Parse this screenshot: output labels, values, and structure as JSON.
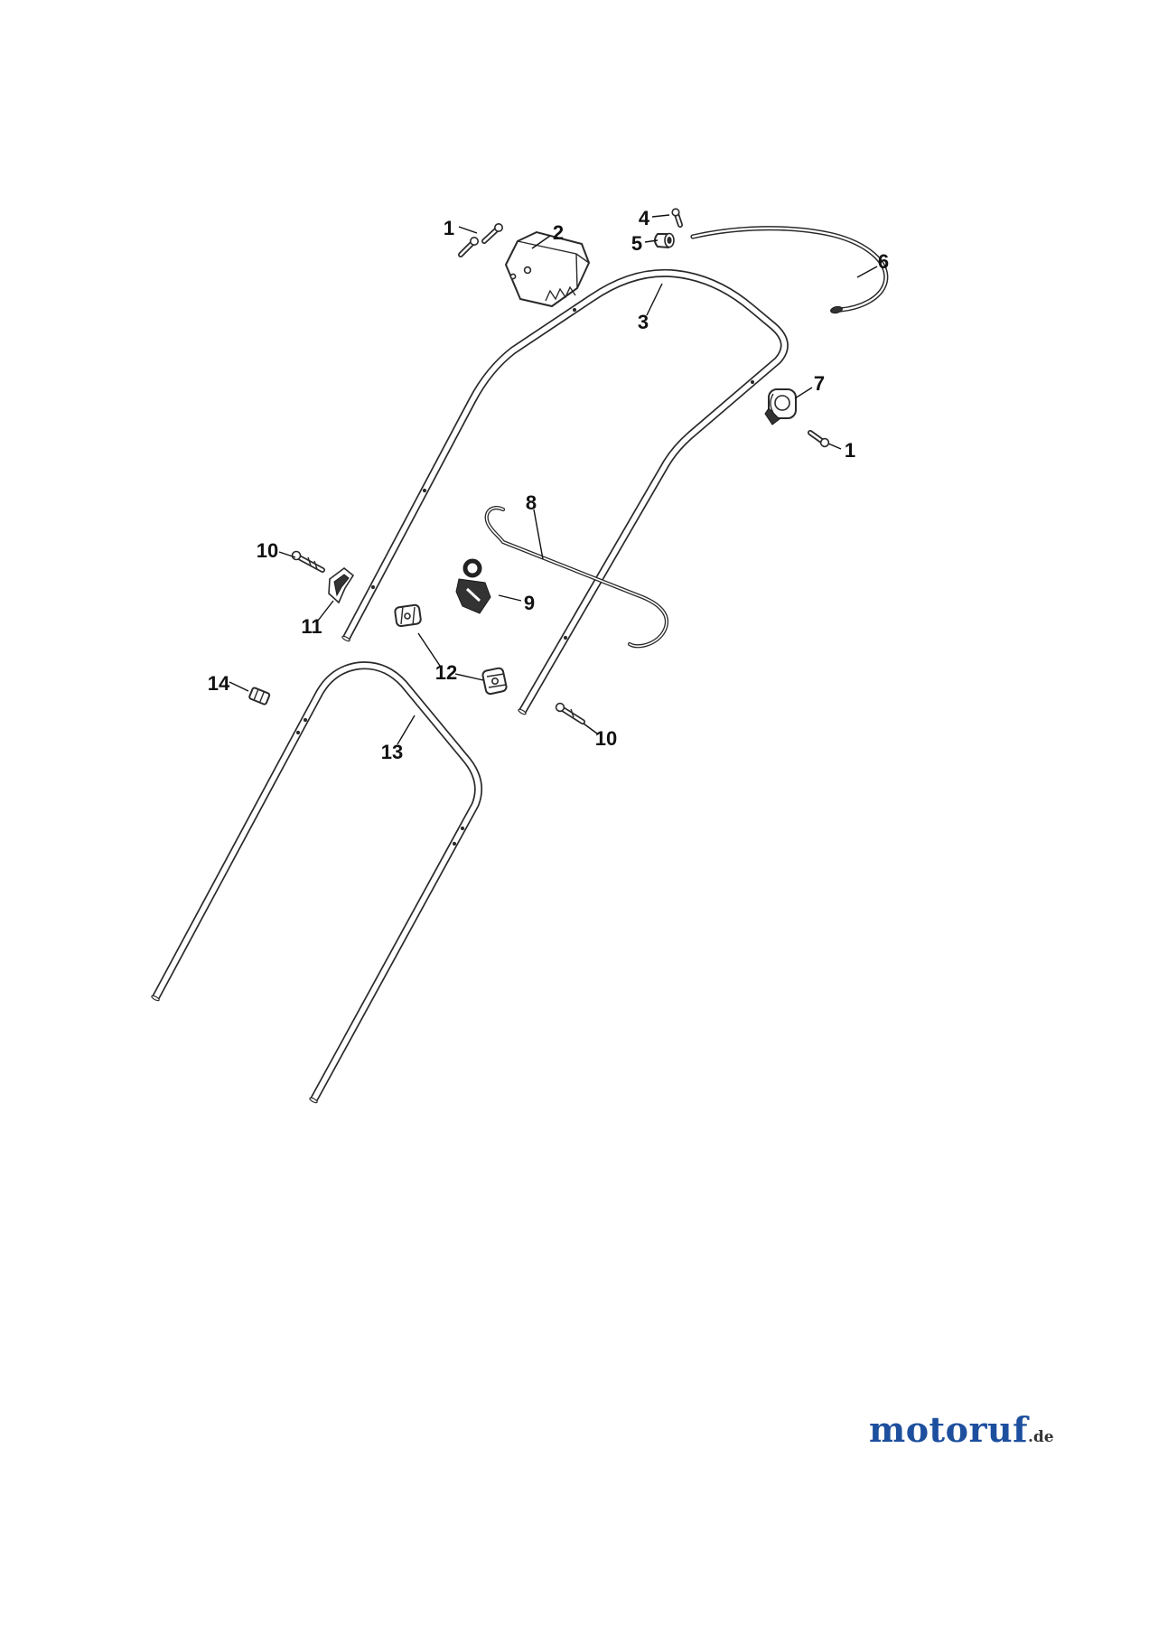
{
  "diagram": {
    "labels": [
      {
        "text": "1"
      },
      {
        "text": "2"
      },
      {
        "text": "3"
      },
      {
        "text": "4"
      },
      {
        "text": "5"
      },
      {
        "text": "6"
      },
      {
        "text": "7"
      },
      {
        "text": "1"
      },
      {
        "text": "8"
      },
      {
        "text": "9"
      },
      {
        "text": "10"
      },
      {
        "text": "11"
      },
      {
        "text": "12"
      },
      {
        "text": "13"
      },
      {
        "text": "14"
      },
      {
        "text": "10"
      }
    ],
    "colors": {
      "line": "#2a2a2a",
      "label_text": "#111111",
      "logo_blue": "#1d4f9e",
      "logo_gray": "#333333"
    }
  },
  "logo": {
    "brand": "motoruf",
    "tld": ".de"
  }
}
